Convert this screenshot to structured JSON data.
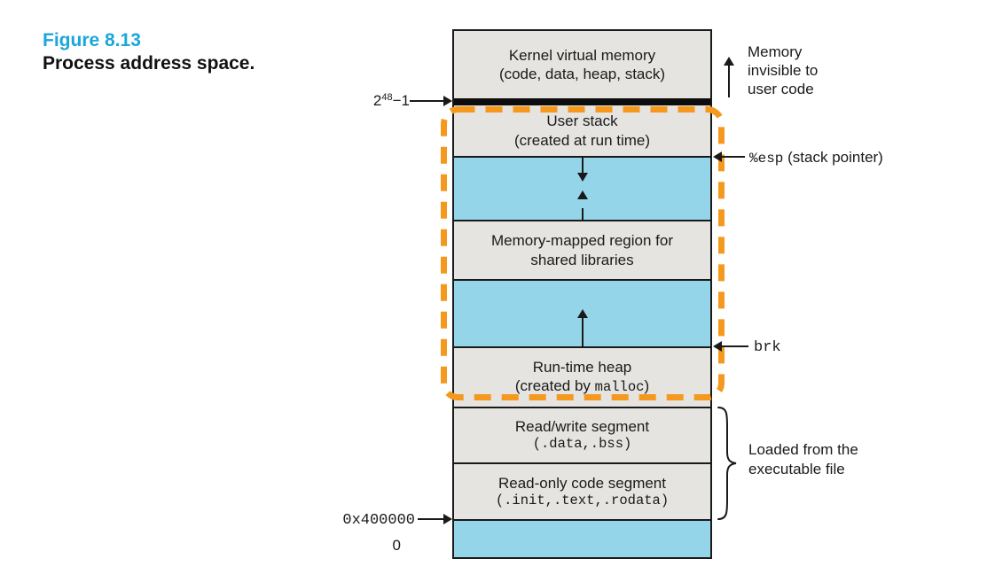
{
  "caption": {
    "label": "Figure 8.13",
    "title": "Process address space."
  },
  "colors": {
    "caption_label_blue": "#1ba7da",
    "segment_gray": "#e5e4e0",
    "region_blue": "#94d5ea",
    "dash_orange": "#f4991e",
    "line_black": "#1a1a1a"
  },
  "address_labels": {
    "top": {
      "base": "2",
      "exponent": "48",
      "offset": "−1"
    },
    "code_start": "0x400000",
    "zero": "0"
  },
  "segments": {
    "kernel": {
      "line1": "Kernel virtual memory",
      "line2": "(code, data, heap, stack)"
    },
    "user_stack": {
      "line1": "User stack",
      "line2": "(created at run time)"
    },
    "mmap": {
      "line1": "Memory-mapped region for",
      "line2": "shared libraries"
    },
    "heap": {
      "line1": "Run-time heap",
      "line2_pre": "(created by ",
      "line2_mono": "malloc",
      "line2_post": ")"
    },
    "read_write": {
      "line1": "Read/write segment",
      "line2_mono": "(.data,.bss)"
    },
    "read_only": {
      "line1": "Read-only code segment",
      "line2_mono": "(.init,.text,.rodata)"
    }
  },
  "annotations": {
    "memory_invisible": {
      "line1": "Memory",
      "line2": "invisible to",
      "line3": "user code"
    },
    "esp": {
      "mono": "%esp",
      "rest": "(stack pointer)"
    },
    "brk": {
      "mono": "brk"
    },
    "loaded": {
      "line1": "Loaded from the",
      "line2": "executable file"
    }
  }
}
